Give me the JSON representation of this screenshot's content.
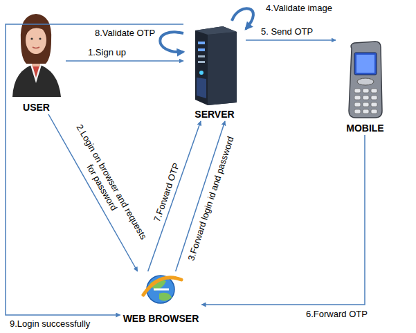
{
  "diagram": {
    "nodes": [
      {
        "text": [
          "USER"
        ]
      },
      {
        "text": [
          "SERVER"
        ]
      },
      {
        "text": [
          "MOBILE"
        ]
      },
      {
        "text": [
          "WEB BROWSER"
        ]
      }
    ],
    "edges": [
      {
        "from": 0,
        "to": 1,
        "label": "1.Sign up",
        "arrow": "to"
      },
      {
        "from": 0,
        "to": 3,
        "label": "2.Login on browser and requests for password",
        "arrow": "to"
      },
      {
        "from": 3,
        "to": 1,
        "label": "3.Forward login id and password",
        "arrow": "to"
      },
      {
        "from": 1,
        "to": 1,
        "label": "4.Validate image",
        "arrow": "to"
      },
      {
        "from": 1,
        "to": 2,
        "label": "5. Send OTP",
        "arrow": "to"
      },
      {
        "from": 2,
        "to": 3,
        "label": "6.Forward OTP",
        "arrow": "to"
      },
      {
        "from": 3,
        "to": 1,
        "label": "7.Forward OTP",
        "arrow": "to"
      },
      {
        "from": 1,
        "to": 1,
        "label": "8.Validate OTP",
        "arrow": "to"
      },
      {
        "from": 1,
        "to": 3,
        "label": "9.Login successfully",
        "arrow": "to"
      }
    ]
  }
}
